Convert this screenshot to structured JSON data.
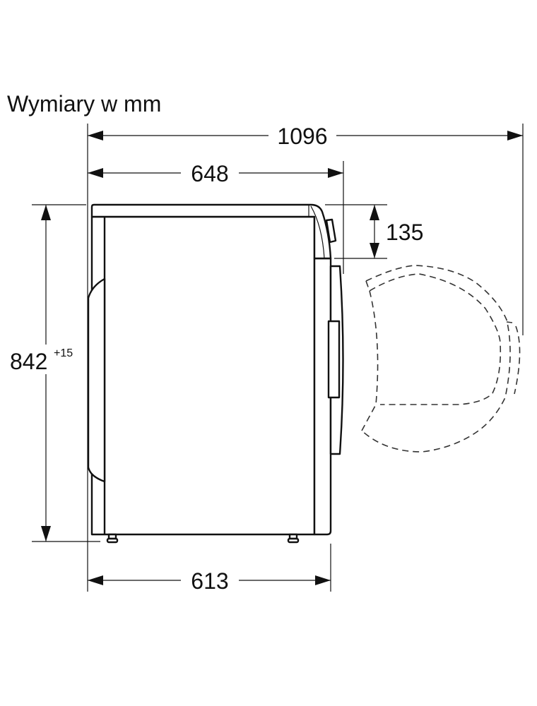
{
  "title": "Wymiary w mm",
  "dimensions": {
    "overall_depth_door_open": "1096",
    "depth_with_top": "648",
    "control_panel_height": "135",
    "height": "842",
    "height_tolerance": "+15",
    "body_depth": "613"
  }
}
